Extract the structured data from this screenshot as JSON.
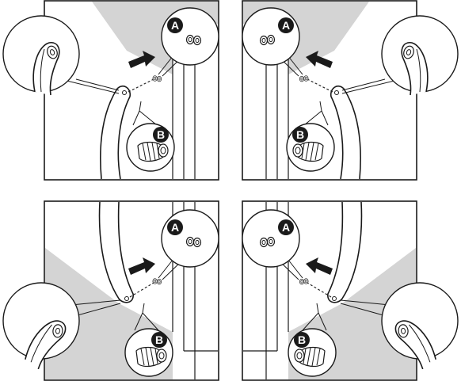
{
  "labels": {
    "cap_part": "A",
    "screw_part": "B"
  },
  "panels": [
    {
      "id": "top-left",
      "handle_side": "left",
      "detail_side": "left",
      "shaded": "top"
    },
    {
      "id": "top-right",
      "handle_side": "right",
      "detail_side": "right",
      "shaded": "top"
    },
    {
      "id": "bottom-left",
      "handle_side": "left",
      "detail_side": "left",
      "shaded": "bottom"
    },
    {
      "id": "bottom-right",
      "handle_side": "right",
      "detail_side": "right",
      "shaded": "bottom"
    }
  ],
  "colors": {
    "ink": "#1a1a1a",
    "shade": "#d4d4d4",
    "paper": "#ffffff"
  }
}
